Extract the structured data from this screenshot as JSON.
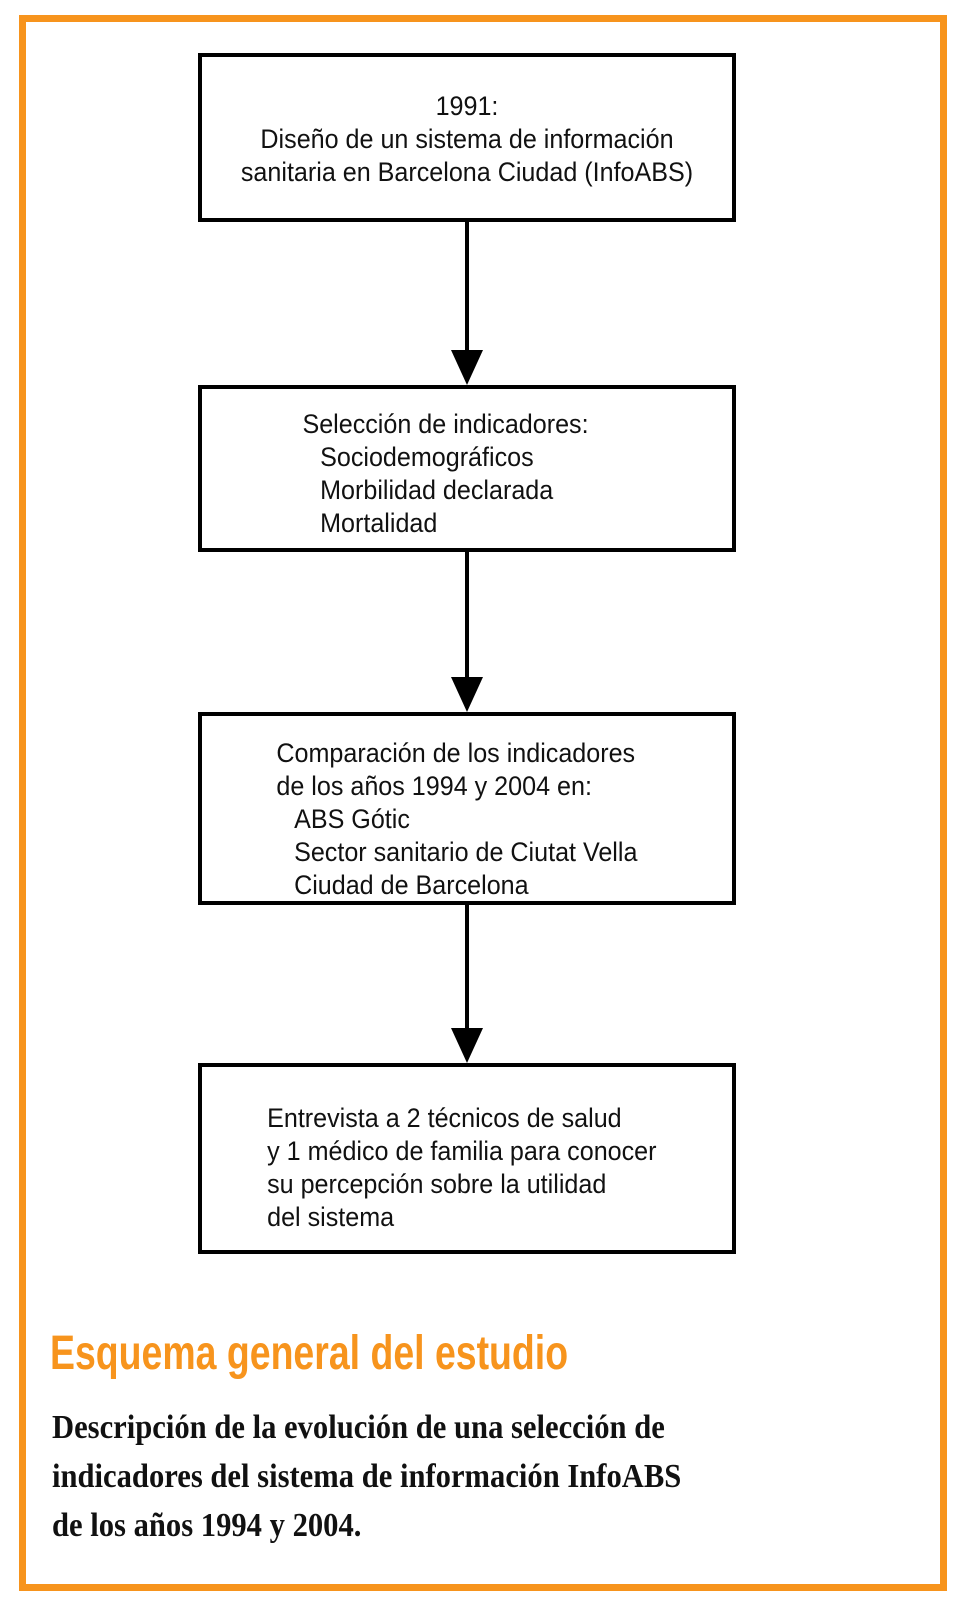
{
  "figure": {
    "accent_color": "#F7941D",
    "flowchart": {
      "boxes": [
        {
          "lines": [
            "1991:",
            "Diseño de un sistema de información",
            "sanitaria en Barcelona Ciudad (InfoABS)"
          ]
        },
        {
          "lines": [
            "Selección de indicadores:",
            "Sociodemográficos",
            "Morbilidad declarada",
            "Mortalidad"
          ]
        },
        {
          "lines": [
            "Comparación de los indicadores",
            "de los años 1994 y 2004 en:",
            "ABS Gótic",
            "Sector sanitario de Ciutat Vella",
            "Ciudad de Barcelona"
          ]
        },
        {
          "lines": [
            "Entrevista a 2 técnicos de salud",
            "y 1 médico de familia para conocer",
            "su percepción sobre la utilidad",
            "del sistema"
          ]
        }
      ]
    },
    "title": "Esquema general del estudio",
    "caption_lines": [
      "Descripción de la evolución de una selección de",
      "indicadores del sistema de información InfoABS",
      "de los años 1994 y 2004."
    ]
  }
}
